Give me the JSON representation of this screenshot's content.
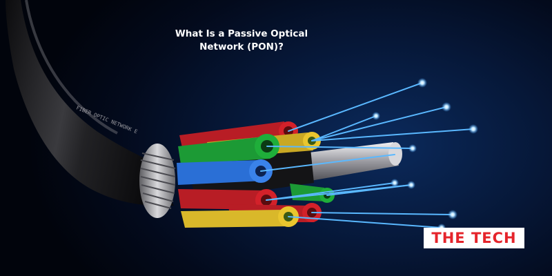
{
  "header": {
    "title_line1": "What Is a Passive Optical",
    "title_line2": "Network (PON)?"
  },
  "jacket_print": "FIBER OPTIC NETWORK  E",
  "brand": {
    "logo_text": "THE TECH",
    "logo_color": "#e5242b",
    "logo_bg": "#ffffff"
  },
  "colors": {
    "background": "#030a1c",
    "jacket": "#1b1b1d",
    "fiber_glow": "#5ab8ff",
    "tube_green": "#1fae3a",
    "tube_red": "#d3212a",
    "tube_blue": "#2a6fd6",
    "tube_yellow": "#e9c62e"
  }
}
